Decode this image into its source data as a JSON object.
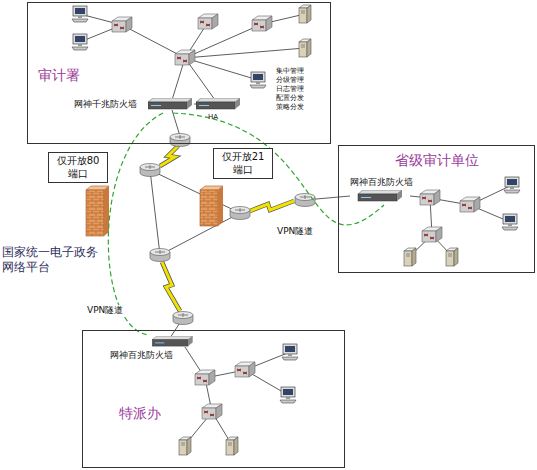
{
  "diagram": {
    "nodes": [
      {
        "text": [
          "审计署"
        ]
      },
      {
        "text": [
          "网神千兆防火墙"
        ],
        "in": 0
      },
      {
        "text": [
          "仅开放80 端口"
        ]
      },
      {
        "text": [
          "仅开放21 端口"
        ]
      },
      {
        "text": [
          "国家统一电子政务 网络平台"
        ]
      },
      {
        "text": [
          "省级审计单位"
        ]
      },
      {
        "text": [
          "网神百兆防火墙"
        ],
        "in": 5
      },
      {
        "text": [
          "特派办"
        ]
      },
      {
        "text": [
          "网神百兆防火墙"
        ],
        "in": 7
      }
    ],
    "edges": [
      {
        "from": 1,
        "to": 6,
        "arrow": "none",
        "label": "VPN隧道"
      },
      {
        "from": 1,
        "to": 8,
        "arrow": "none",
        "label": "VPN隧道"
      }
    ],
    "labels": [
      "集中管理",
      "分级管理",
      "日志管理",
      "配置分发",
      "策略分发",
      "HA"
    ]
  }
}
